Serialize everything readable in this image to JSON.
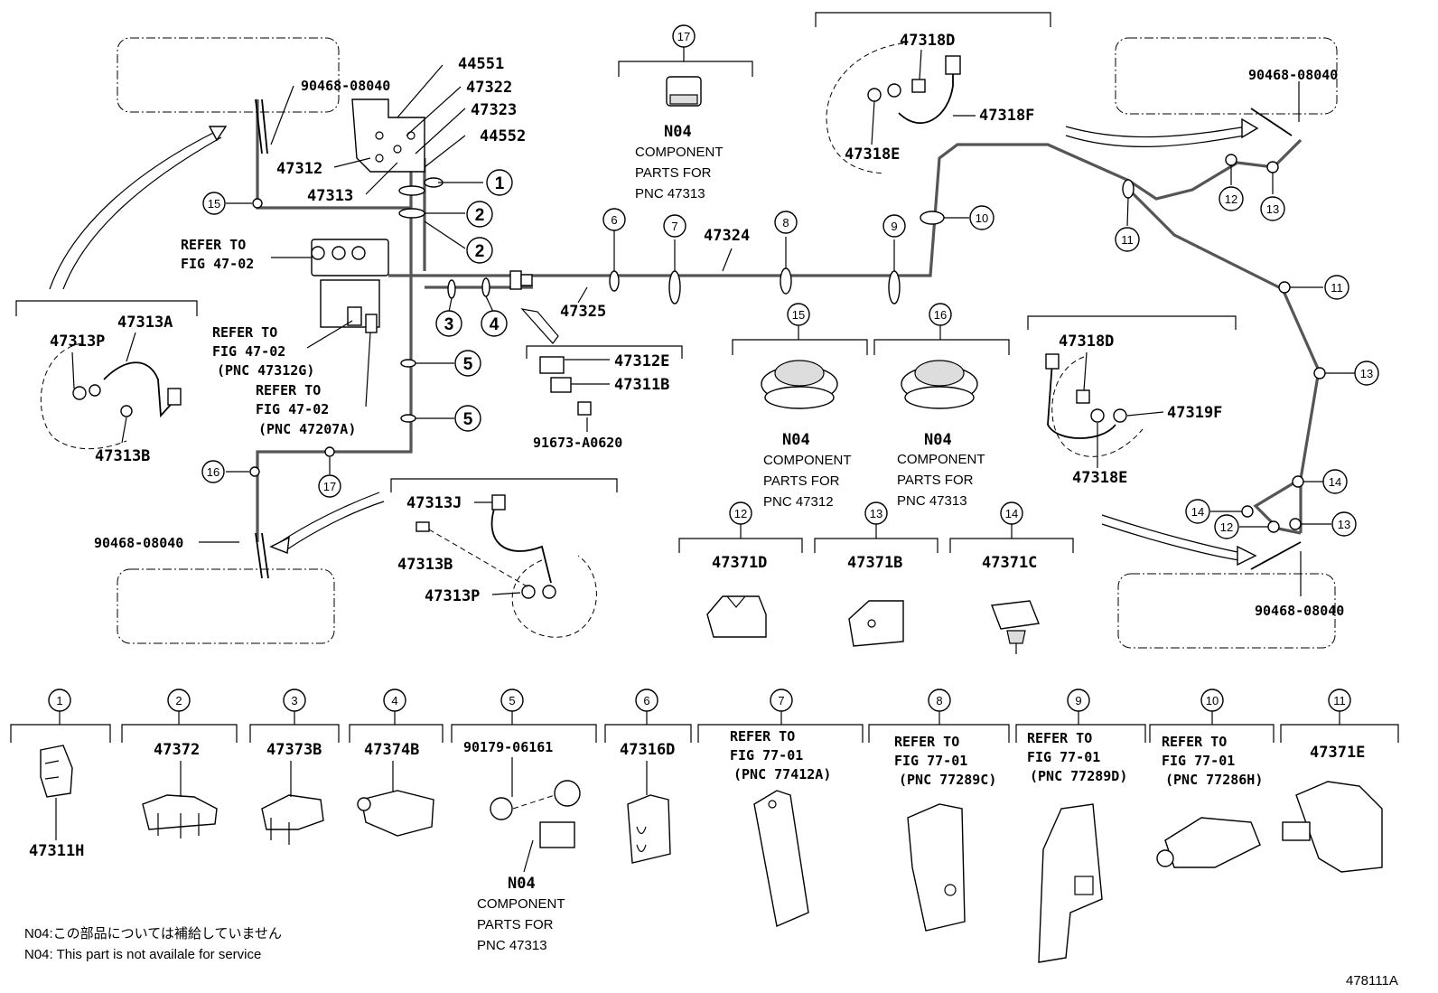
{
  "figure_code": "478111A",
  "notes": {
    "jp": "N04:この部品については補給していません",
    "en": "N04: This part is not availale for service"
  },
  "refer_fig_47_02": [
    "REFER TO",
    "FIG 47-02"
  ],
  "refer_fig_47_02_b": [
    "REFER TO",
    "FIG 47-02",
    "(PNC 47312G)"
  ],
  "refer_fig_47_02_c": [
    "REFER TO",
    "FIG 47-02",
    "(PNC 47207A)"
  ],
  "main_parts": {
    "p44551": "44551",
    "p47322": "47322",
    "p47323": "47323",
    "p44552": "44552",
    "p47312": "47312",
    "p47313": "47313",
    "p47324": "47324",
    "p47325": "47325",
    "p90468_tl": "90468-08040",
    "p90468_bl": "90468-08040",
    "p90468_tr": "90468-08040",
    "p90468_br": "90468-08040"
  },
  "inset_left": {
    "a": "47313A",
    "p": "47313P",
    "b": "47313B"
  },
  "inset_front_right": {
    "d": "47318D",
    "f": "47318F",
    "e": "47318E"
  },
  "inset_rear_right": {
    "d": "47318D",
    "f": "47319F",
    "e": "47318E"
  },
  "inset_bottom_mid": {
    "j": "47313J",
    "b": "47313B",
    "p": "47313P"
  },
  "fitting_group": {
    "e": "47312E",
    "b": "47311B",
    "bolt": "91673-A0620"
  },
  "n04_label": "N04",
  "component_17": [
    "COMPONENT",
    "PARTS FOR",
    "PNC 47313"
  ],
  "component_15": [
    "COMPONENT",
    "PARTS FOR",
    "PNC 47312"
  ],
  "component_16": [
    "COMPONENT",
    "PARTS FOR",
    "PNC 47313"
  ],
  "component_5": [
    "COMPONENT",
    "PARTS FOR",
    "PNC 47313"
  ],
  "clamps_mid": {
    "c12": "47371D",
    "c13": "47371B",
    "c14": "47371C"
  },
  "bottom_row": {
    "b1": "47311H",
    "b2": "47372",
    "b3": "47373B",
    "b4": "47374B",
    "b5": "90179-06161",
    "b6": "47316D",
    "b7": [
      "REFER TO",
      "FIG 77-01",
      "(PNC 77412A)"
    ],
    "b8": [
      "REFER TO",
      "FIG 77-01",
      "(PNC 77289C)"
    ],
    "b9": [
      "REFER TO",
      "FIG 77-01",
      "(PNC 77289D)"
    ],
    "b10": [
      "REFER TO",
      "FIG 77-01",
      "(PNC 77286H)"
    ],
    "b11": "47371E"
  },
  "callouts": [
    "1",
    "2",
    "3",
    "4",
    "5",
    "6",
    "7",
    "8",
    "9",
    "10",
    "11",
    "12",
    "13",
    "14",
    "15",
    "16",
    "17"
  ]
}
